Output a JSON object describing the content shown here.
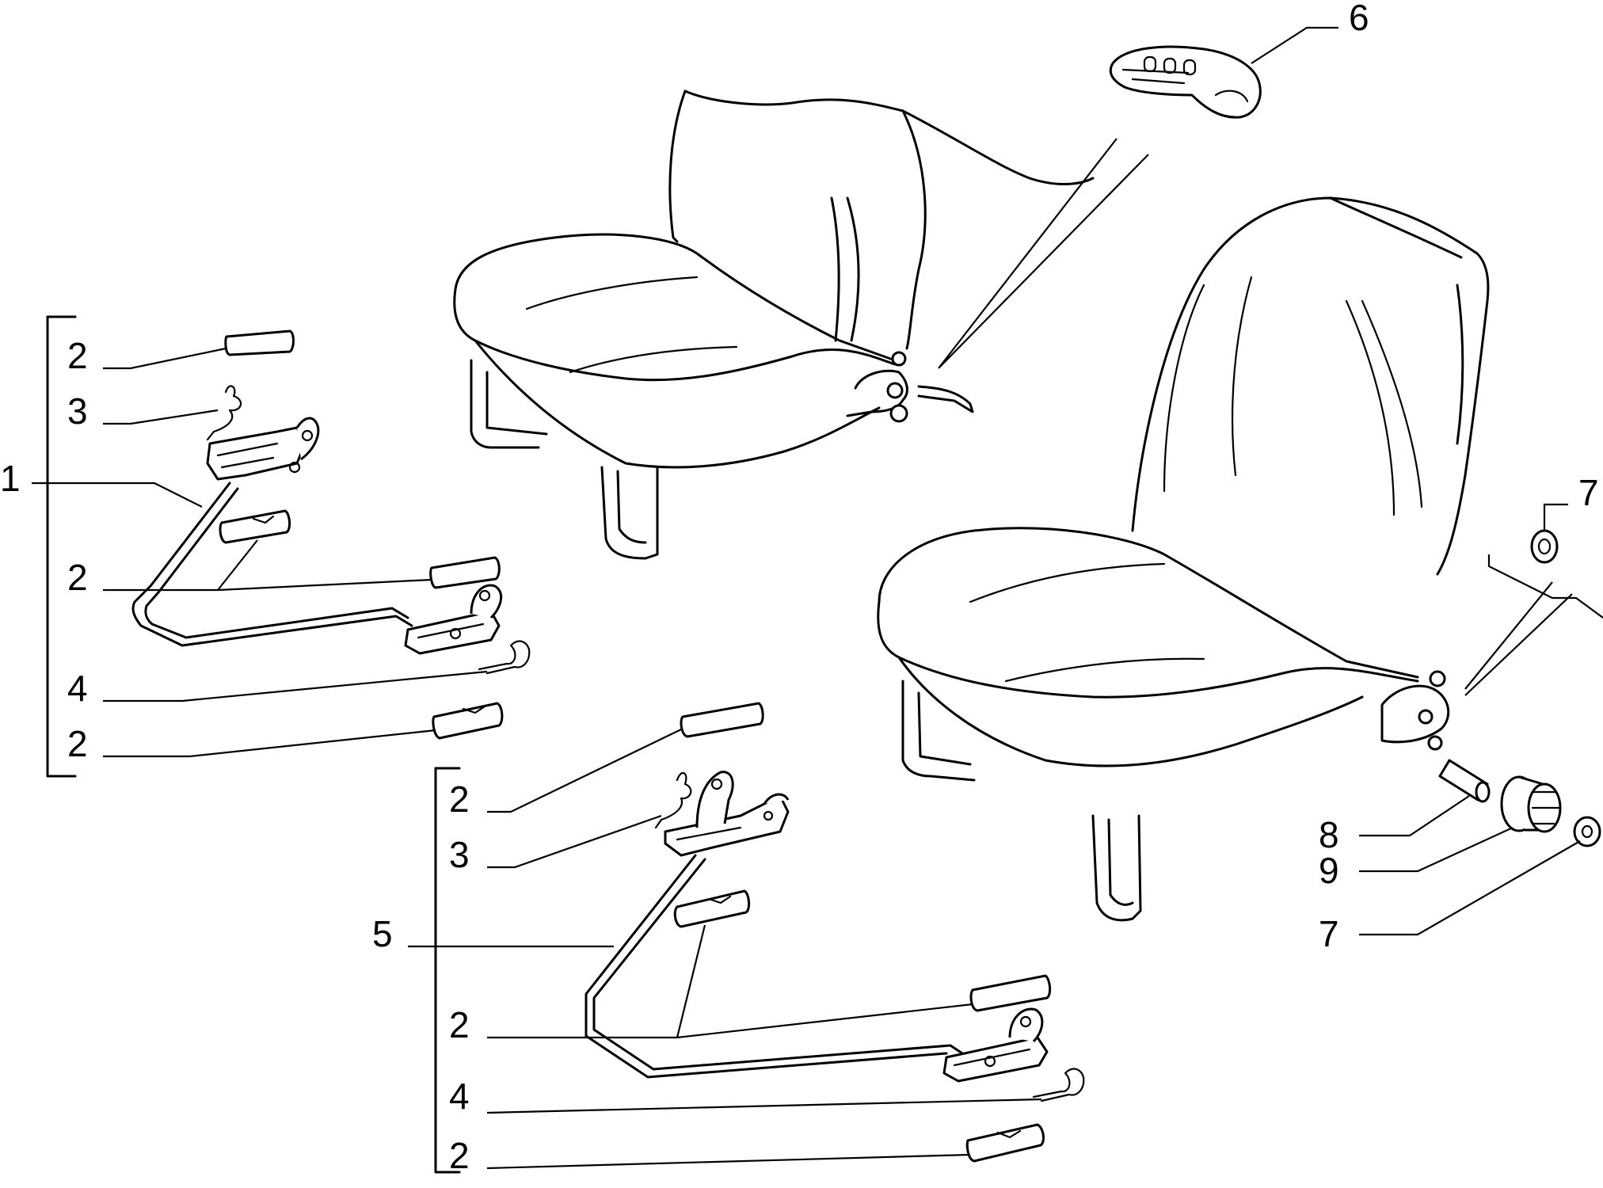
{
  "callouts": [
    {
      "id": "c-left-2a",
      "text": "2"
    },
    {
      "id": "c-left-3",
      "text": "3"
    },
    {
      "id": "c-left-1",
      "text": "1"
    },
    {
      "id": "c-left-2b",
      "text": "2"
    },
    {
      "id": "c-left-4",
      "text": "4"
    },
    {
      "id": "c-left-2c",
      "text": "2"
    },
    {
      "id": "c-mid-2a",
      "text": "2"
    },
    {
      "id": "c-mid-3",
      "text": "3"
    },
    {
      "id": "c-mid-5",
      "text": "5"
    },
    {
      "id": "c-mid-2b",
      "text": "2"
    },
    {
      "id": "c-mid-4",
      "text": "4"
    },
    {
      "id": "c-mid-2c",
      "text": "2"
    },
    {
      "id": "c-top-6",
      "text": "6"
    },
    {
      "id": "c-right-7a",
      "text": "7"
    },
    {
      "id": "c-right-8",
      "text": "8"
    },
    {
      "id": "c-right-9",
      "text": "9"
    },
    {
      "id": "c-right-7b",
      "text": "7"
    }
  ],
  "components": [
    "seat-pair-rear",
    "seat-front-right",
    "recliner-lever",
    "seat-rail-assembly-left",
    "seat-rail-assembly-center",
    "adjuster-knob-set"
  ]
}
